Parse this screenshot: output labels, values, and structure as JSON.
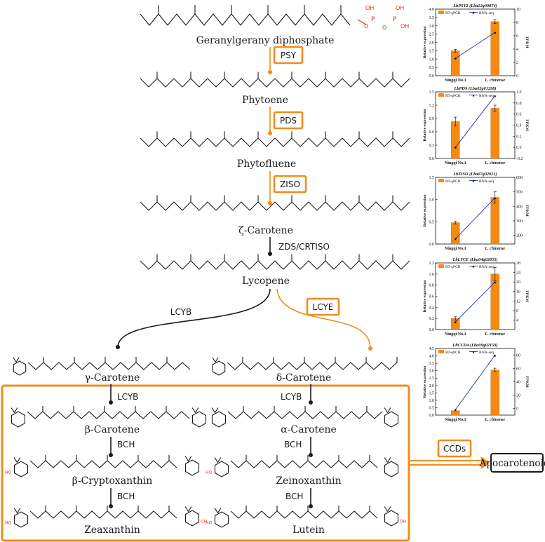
{
  "pathway": {
    "compounds": {
      "ggpp": "Geranylgerany diphosphate",
      "phytoene": "Phytoene",
      "phytofluene": "Phytofluene",
      "zeta": "ζ-Carotene",
      "lycopene": "Lycopene",
      "gamma": "γ-Carotene",
      "delta": "δ-Carotene",
      "beta": "β-Carotene",
      "alpha": "α-Carotene",
      "betacrypto": "β-Cryptoxanthin",
      "zeino": "Zeinoxanthin",
      "zeax": "Zeaxanthin",
      "lutein": "Lutein",
      "apo": "Apocarotenoids"
    },
    "enzymes": {
      "psy": "PSY",
      "pds": "PDS",
      "ziso": "ZISO",
      "zds": "ZDS/CRTISO",
      "lcyb1": "LCYB",
      "lcye": "LCYE",
      "lcyb2": "LCYB",
      "lcyb3": "LCYB",
      "bch1": "BCH",
      "bch2": "BCH",
      "bch3": "BCH",
      "bch4": "BCH",
      "ccds": "CCDs"
    },
    "atoms": {
      "p": "P",
      "o": "O",
      "oh": "OH",
      "ho": "HO"
    },
    "colors": {
      "highlight": "#f28c1e",
      "normal": "#1a1a1a",
      "hydroxyl": "#e0302a"
    }
  },
  "chart_data": [
    {
      "type": "bar+line",
      "title": "LbPSY2 (Lba12g00874)",
      "categories": [
        "Ningqi No.1",
        "L. chinense"
      ],
      "ylabel": "Relative expression",
      "y2label": "FPKM",
      "ylim": [
        0,
        4
      ],
      "yticks": [
        "0.0",
        "0.5",
        "1.0",
        "1.5",
        "2.0",
        "2.5",
        "3.0",
        "3.5",
        "4.0"
      ],
      "y2lim": [
        0,
        10
      ],
      "y2ticks": [
        "0",
        "2",
        "4",
        "6",
        "8",
        "10"
      ],
      "series": [
        {
          "name": "RT-qPCR",
          "values": [
            1.5,
            3.25
          ],
          "errors": [
            0.08,
            0.12
          ]
        },
        {
          "name": "RNA-seq",
          "values": [
            2.6,
            6.5
          ]
        }
      ]
    },
    {
      "type": "bar+line",
      "title": "LbPDS (Lba02g01298)",
      "categories": [
        "Ningqi No.1",
        "L. chinense"
      ],
      "ylabel": "Relative expression",
      "y2label": "FPKM",
      "ylim": [
        0,
        1.5
      ],
      "yticks": [
        "0.0",
        "0.3",
        "0.6",
        "0.9",
        "1.2",
        "1.5"
      ],
      "y2lim": [
        -0.2,
        1.0
      ],
      "y2ticks": [
        "-0.2",
        "0.0",
        "0.2",
        "0.4",
        "0.6",
        "0.8",
        "1.0"
      ],
      "series": [
        {
          "name": "RT-qPCR",
          "values": [
            0.83,
            1.13
          ],
          "errors": [
            0.1,
            0.07
          ]
        },
        {
          "name": "RNA-seq",
          "values": [
            0.0,
            0.93
          ]
        }
      ]
    },
    {
      "type": "bar+line",
      "title": "LbZISO (Lba07g02021)",
      "categories": [
        "Ningqi No.1",
        "L. chinense"
      ],
      "ylabel": "Relative expression",
      "y2label": "FPKM",
      "ylim": [
        0,
        1.5
      ],
      "yticks": [
        "0.0",
        "0.5",
        "1.0",
        "1.5"
      ],
      "y2lim": [
        140,
        600
      ],
      "y2ticks": [
        "200",
        "300",
        "400",
        "500",
        "600"
      ],
      "series": [
        {
          "name": "RT-qPCR",
          "values": [
            0.48,
            1.05
          ],
          "errors": [
            0.03,
            0.13
          ]
        },
        {
          "name": "RNA-seq",
          "values": [
            175,
            460
          ]
        }
      ]
    },
    {
      "type": "bar+line",
      "title": "LbLYCE (Lba04g02855)",
      "categories": [
        "Ningqi No.1",
        "L. chinense"
      ],
      "ylabel": "Relative expression",
      "y2label": "FPKM",
      "ylim": [
        0,
        1.2
      ],
      "yticks": [
        "0.0",
        "0.2",
        "0.4",
        "0.6",
        "0.8",
        "1.0",
        "1.2"
      ],
      "y2lim": [
        0,
        28
      ],
      "y2ticks": [
        "4",
        "8",
        "12",
        "16",
        "20",
        "24",
        "28"
      ],
      "series": [
        {
          "name": "RT-qPCR",
          "values": [
            0.2,
            1.0
          ],
          "errors": [
            0.03,
            0.12
          ]
        },
        {
          "name": "RNA-seq",
          "values": [
            3.2,
            20
          ]
        }
      ]
    },
    {
      "type": "bar+line",
      "title": "LbCCD4 (Lba09g02158)",
      "categories": [
        "Ningqi No.1",
        "L. chinense"
      ],
      "ylabel": "Relative expression",
      "y2label": "FPKM",
      "ylim": [
        0,
        4.5
      ],
      "yticks": [
        "0.0",
        "0.5",
        "1.0",
        "1.5",
        "2.0",
        "2.5",
        "3.0",
        "3.5",
        "4.0",
        "4.5"
      ],
      "y2lim": [
        -10,
        90
      ],
      "y2ticks": [
        "0",
        "20",
        "40",
        "60",
        "80"
      ],
      "series": [
        {
          "name": "RT-qPCR",
          "values": [
            0.3,
            3.05
          ],
          "errors": [
            0.0,
            0.12
          ]
        },
        {
          "name": "RNA-seq",
          "values": [
            -2,
            80
          ]
        }
      ]
    }
  ]
}
